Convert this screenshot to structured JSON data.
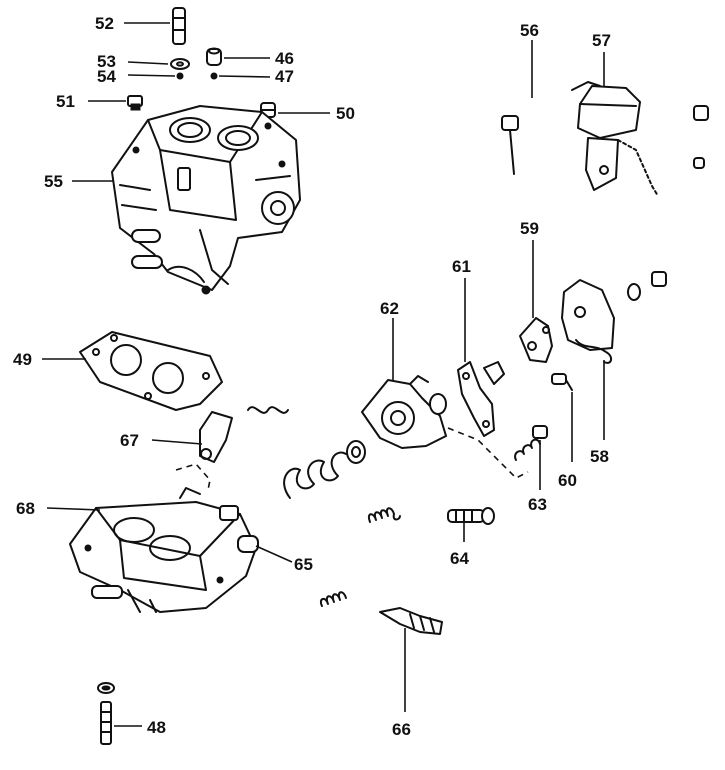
{
  "labels": {
    "l46": "46",
    "l47": "47",
    "l48": "48",
    "l49": "49",
    "l50": "50",
    "l51": "51",
    "l52": "52",
    "l53": "53",
    "l54": "54",
    "l55": "55",
    "l56": "56",
    "l57": "57",
    "l58": "58",
    "l59": "59",
    "l60": "60",
    "l61": "61",
    "l62": "62",
    "l63": "63",
    "l64": "64",
    "l65": "65",
    "l66": "66",
    "l67": "67",
    "l68": "68"
  }
}
